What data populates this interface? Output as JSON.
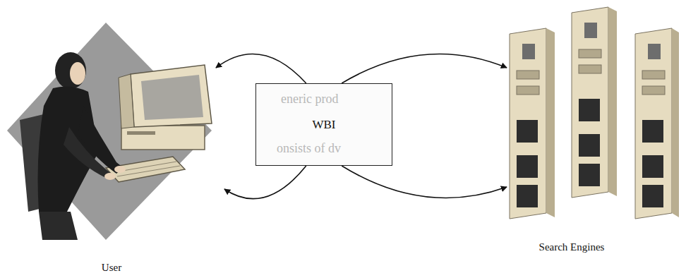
{
  "diagram": {
    "nodes": [
      {
        "text": [
          "User"
        ]
      },
      {
        "text": [
          "WBI"
        ]
      },
      {
        "text": [
          "Search Engines"
        ]
      }
    ],
    "edges": [
      {
        "from": 1,
        "to": 0,
        "arrow": "to"
      },
      {
        "from": 1,
        "to": 0,
        "arrow": "to"
      },
      {
        "from": 1,
        "to": 2,
        "arrow": "to"
      },
      {
        "from": 1,
        "to": 2,
        "arrow": "to"
      }
    ],
    "labels": [
      "eneric prod",
      "onsists of dv"
    ]
  }
}
